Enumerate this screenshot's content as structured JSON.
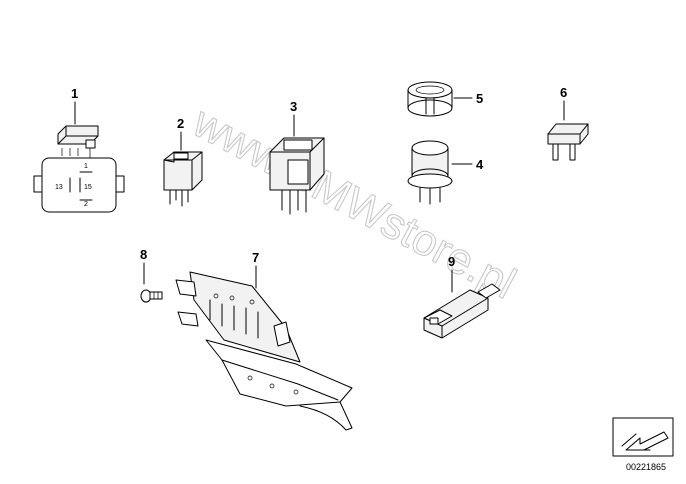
{
  "watermark": "www.BMWstore.pl",
  "catalog_number": "00221865",
  "parts": [
    {
      "id": "part-1",
      "number": "1",
      "kind": "relay-with-pinout",
      "pinout": [
        "1",
        "13",
        "15",
        "2"
      ]
    },
    {
      "id": "part-2",
      "number": "2",
      "kind": "relay-small"
    },
    {
      "id": "part-3",
      "number": "3",
      "kind": "relay-large"
    },
    {
      "id": "part-4",
      "number": "4",
      "kind": "round-relay"
    },
    {
      "id": "part-5",
      "number": "5",
      "kind": "retaining-clip"
    },
    {
      "id": "part-6",
      "number": "6",
      "kind": "fuse"
    },
    {
      "id": "part-7",
      "number": "7",
      "kind": "relay-bracket"
    },
    {
      "id": "part-8",
      "number": "8",
      "kind": "screw"
    },
    {
      "id": "part-9",
      "number": "9",
      "kind": "connector-relay"
    }
  ],
  "icons": {
    "nav": "next-page-arrow-icon"
  }
}
